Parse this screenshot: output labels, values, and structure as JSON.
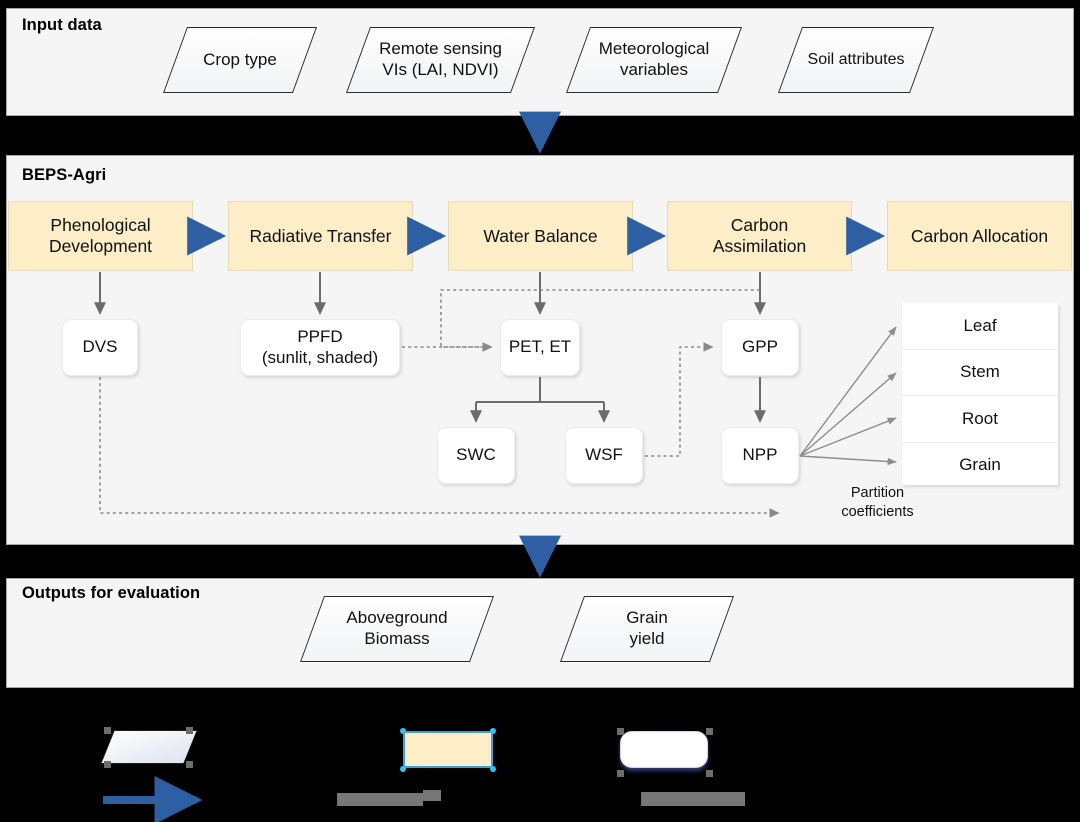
{
  "sections": {
    "input": {
      "title": "Input data"
    },
    "model": {
      "title": "BEPS-Agri"
    },
    "output": {
      "title": "Outputs for evaluation"
    }
  },
  "input_items": [
    {
      "label": "Crop type"
    },
    {
      "label": "Remote sensing\nVIs (LAI, NDVI)"
    },
    {
      "label": "Meteorological\nvariables"
    },
    {
      "label": "Soil attributes"
    }
  ],
  "process_boxes": [
    {
      "label": "Phenological\nDevelopment"
    },
    {
      "label": "Radiative Transfer"
    },
    {
      "label": "Water Balance"
    },
    {
      "label": "Carbon\nAssimilation"
    },
    {
      "label": "Carbon Allocation"
    }
  ],
  "variable_boxes": [
    {
      "label": "DVS"
    },
    {
      "label": "PPFD\n(sunlit, shaded)"
    },
    {
      "label": "PET, ET"
    },
    {
      "label": "GPP"
    },
    {
      "label": "SWC"
    },
    {
      "label": "WSF"
    },
    {
      "label": "NPP"
    }
  ],
  "allocation_pools": [
    {
      "label": "Leaf"
    },
    {
      "label": "Stem"
    },
    {
      "label": "Root"
    },
    {
      "label": "Grain"
    }
  ],
  "annotations": {
    "partition": "Partition\ncoefficients"
  },
  "output_items": [
    {
      "label": "Aboveground\nBiomass"
    },
    {
      "label": "Grain\nyield"
    }
  ],
  "legend": {
    "items": [
      {
        "shape": "parallelogram-swatch",
        "label": ""
      },
      {
        "shape": "yellow-box-swatch",
        "label": ""
      },
      {
        "shape": "white-rounded-box-swatch",
        "label": ""
      }
    ],
    "connectors": [
      {
        "kind": "blue-solid-arrow",
        "label": ""
      },
      {
        "kind": "gray-dotted-arrow",
        "label": ""
      }
    ]
  },
  "colors": {
    "process_fill": "#fdeec8",
    "panel_fill": "#f5f5f5",
    "blue_arrow": "#2e5fa3",
    "dotted_gray": "#8a8a8a",
    "solid_gray": "#6b6b6b",
    "selection_blue": "#3f9fd6",
    "background": "#000000"
  }
}
